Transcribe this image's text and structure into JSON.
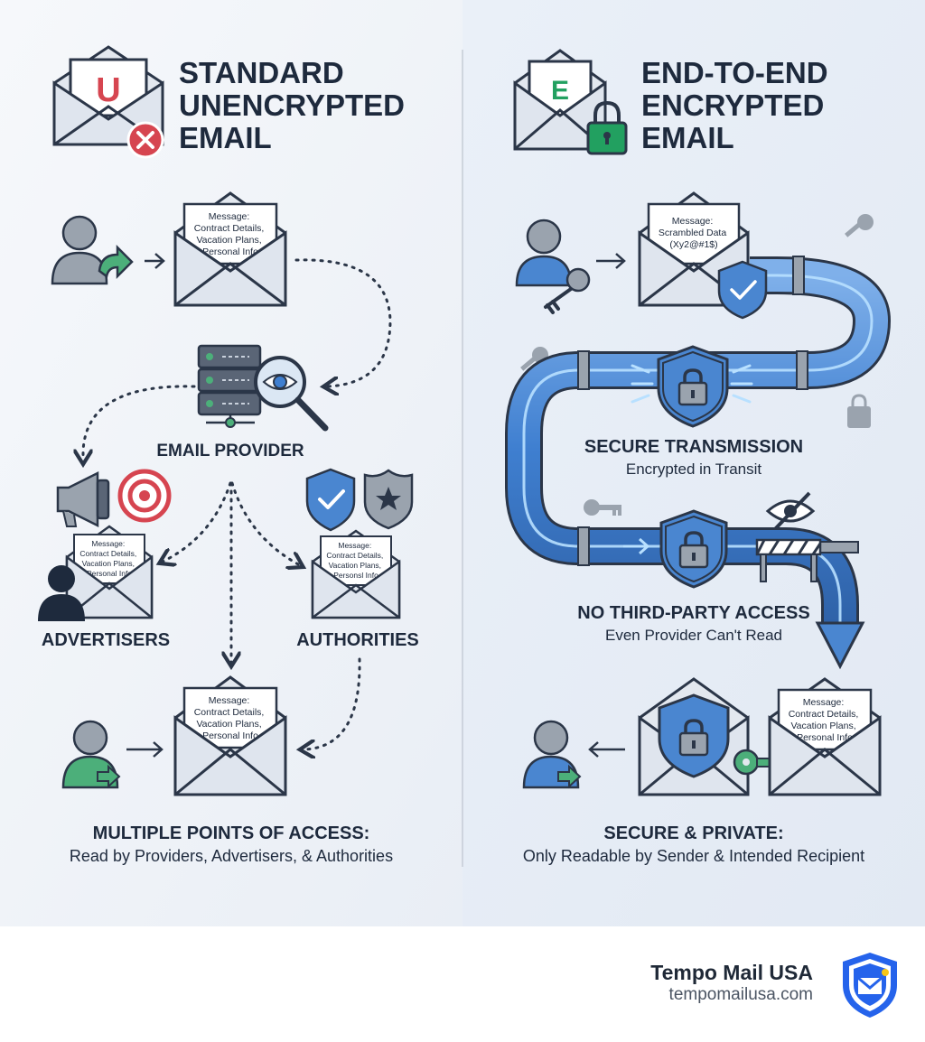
{
  "colors": {
    "accent_blue": "#2563eb",
    "dark_navy": "#1e2a3d",
    "warning_red": "#d64550",
    "secure_green": "#22a060",
    "pipe_blue": "#4a86d0"
  },
  "left": {
    "title": [
      "STANDARD",
      "UNENCRYPTED",
      "EMAIL"
    ],
    "header_letter": "U",
    "sender_message": [
      "Message:",
      "Contract Details,",
      "Vacation Plans,",
      "Personal Info"
    ],
    "provider_label": "EMAIL PROVIDER",
    "advertisers_label": "ADVERTISERS",
    "advertisers_message": [
      "Message:",
      "Contract Details,",
      "Vacation Plans,",
      "Personal Info"
    ],
    "authorities_label": "AUTHORITIES",
    "authorities_message": [
      "Message:",
      "Contract Details,",
      "Vacation Plans,",
      "Personsl Info"
    ],
    "recipient_message": [
      "Message:",
      "Contract Details,",
      "Vacation Plans,",
      "Personal Info"
    ],
    "summary_title": "MULTIPLE POINTS OF ACCESS:",
    "summary_text": "Read by Providers, Advertisers, & Authorities"
  },
  "right": {
    "title": [
      "END-TO-END",
      "ENCRYPTED",
      "EMAIL"
    ],
    "header_letter": "E",
    "sender_message": [
      "Message:",
      "Scrambled Data",
      "(Xy2@#1$)"
    ],
    "transmission_title": "SECURE TRANSMISSION",
    "transmission_subtitle": "Encrypted in Transit",
    "no_access_title": "NO THIRD-PARTY ACCESS",
    "no_access_subtitle": "Even Provider Can't Read",
    "recipient_message": [
      "Message:",
      "Contract Details,",
      "Vacation Plans,",
      "Personal Info"
    ],
    "summary_title": "SECURE & PRIVATE:",
    "summary_text": "Only Readable by Sender & Intended Recipient"
  },
  "footer": {
    "brand": "Tempo Mail USA",
    "url": "tempomailusa.com"
  }
}
